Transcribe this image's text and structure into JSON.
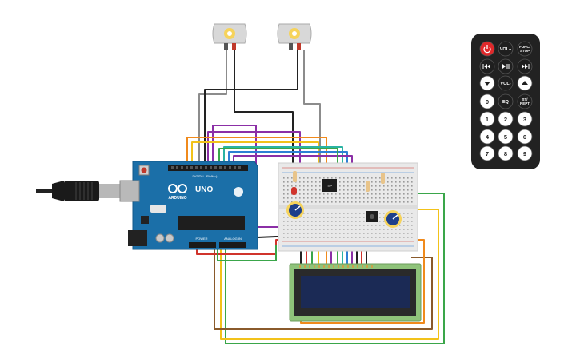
{
  "board": {
    "brand": "ARDUINO",
    "model": "UNO",
    "digital_header_label": "DIGITAL (PWM~)",
    "power_header_label": "POWER",
    "analog_header_label": "ANALOG IN"
  },
  "transistor_label": "TIP",
  "remote": {
    "buttons": [
      {
        "label": "",
        "icon": "power-icon",
        "color": "#e0282a",
        "text_color": "#ffffff"
      },
      {
        "label": "VOL+",
        "icon": "",
        "color": "#1f1f1f",
        "text_color": "#ffffff"
      },
      {
        "label": "FUNC/ STOP",
        "icon": "",
        "color": "#1f1f1f",
        "text_color": "#ffffff"
      },
      {
        "label": "",
        "icon": "rewind-icon",
        "color": "#1f1f1f",
        "text_color": "#ffffff"
      },
      {
        "label": "",
        "icon": "play-pause-icon",
        "color": "#1f1f1f",
        "text_color": "#ffffff"
      },
      {
        "label": "",
        "icon": "fast-forward-icon",
        "color": "#1f1f1f",
        "text_color": "#ffffff"
      },
      {
        "label": "",
        "icon": "down-arrow-icon",
        "color": "#ffffff",
        "text_color": "#1f1f1f"
      },
      {
        "label": "VOL-",
        "icon": "",
        "color": "#1f1f1f",
        "text_color": "#ffffff"
      },
      {
        "label": "",
        "icon": "up-arrow-icon",
        "color": "#ffffff",
        "text_color": "#1f1f1f"
      },
      {
        "label": "0",
        "icon": "",
        "color": "#ffffff",
        "text_color": "#1f1f1f"
      },
      {
        "label": "EQ",
        "icon": "",
        "color": "#1f1f1f",
        "text_color": "#ffffff"
      },
      {
        "label": "ST/ REPT",
        "icon": "",
        "color": "#1f1f1f",
        "text_color": "#ffffff"
      },
      {
        "label": "1",
        "icon": "",
        "color": "#ffffff",
        "text_color": "#1f1f1f"
      },
      {
        "label": "2",
        "icon": "",
        "color": "#ffffff",
        "text_color": "#1f1f1f"
      },
      {
        "label": "3",
        "icon": "",
        "color": "#ffffff",
        "text_color": "#1f1f1f"
      },
      {
        "label": "4",
        "icon": "",
        "color": "#ffffff",
        "text_color": "#1f1f1f"
      },
      {
        "label": "5",
        "icon": "",
        "color": "#ffffff",
        "text_color": "#1f1f1f"
      },
      {
        "label": "6",
        "icon": "",
        "color": "#ffffff",
        "text_color": "#1f1f1f"
      },
      {
        "label": "7",
        "icon": "",
        "color": "#ffffff",
        "text_color": "#1f1f1f"
      },
      {
        "label": "8",
        "icon": "",
        "color": "#ffffff",
        "text_color": "#1f1f1f"
      },
      {
        "label": "9",
        "icon": "",
        "color": "#ffffff",
        "text_color": "#1f1f1f"
      }
    ]
  },
  "colors": {
    "board": "#1b6fa8",
    "breadboard": "#e9e9e9",
    "lcd_frame": "#8fc37a",
    "lcd_screen": "#1b2a55",
    "wire_green": "#3aa64a",
    "wire_yellow": "#f2c21a",
    "wire_purple": "#8b2fa6",
    "wire_orange": "#f08a1c",
    "wire_blue": "#2e7fd4",
    "wire_red": "#d0342c",
    "wire_black": "#222222",
    "wire_brown": "#8a5a2b",
    "wire_gray": "#8c8c8c",
    "wire_teal": "#2ab3a3"
  }
}
